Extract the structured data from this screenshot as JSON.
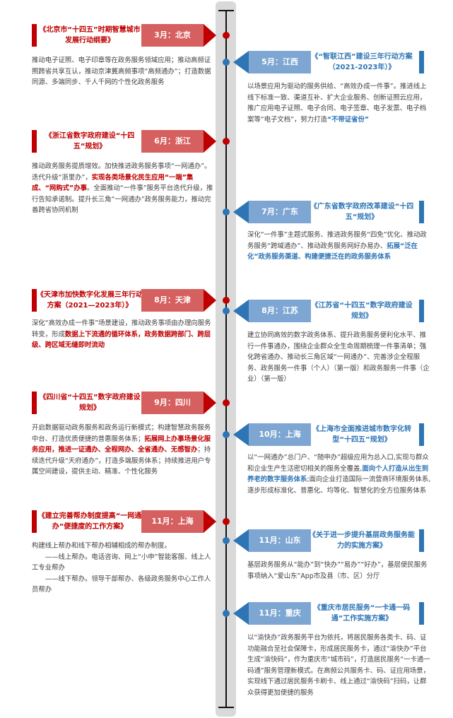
{
  "colors": {
    "left_accent": "#c00000",
    "left_label": "#d65f5f",
    "right_accent": "#2e75b6",
    "right_label": "#7ea6d3",
    "axis": "#d9d9d9"
  },
  "events": [
    {
      "side": "left",
      "label": "3月：北京",
      "title": "《北京市“十四五”时期智慧城市发展行动纲要》",
      "desc": [
        {
          "t": "推动电子证照、电子印章等在政务服务领域应用；推动高频证照跨省共享互认，推动京津冀高频事项“高频通办”；打造数据同源、多端同步、千人千网的个性化政务服务"
        }
      ]
    },
    {
      "side": "right",
      "label": "5月：江西",
      "title": "《“智联江西”建设三年行动方案（2021-2023年）》",
      "desc": [
        {
          "t": "以场景应用为驱动的服务供给、“高效办成一件事”。推进线上线下标准一致、渠道互补、扩大企业服务、创新证照云应用，推广应用电子证照、电子合同、电子签章、电子发票、电子档案等“电子文档”，努力打造"
        },
        {
          "t": "“不带证省份”",
          "hl": "blue"
        }
      ]
    },
    {
      "side": "left",
      "label": "6月：浙江",
      "title": "《浙江省数字政府建设“十四五”规划》",
      "desc": [
        {
          "t": "推动政务服务提质增效。加快推进政务服务事项“一网通办”。迭代升级“浙里办”，"
        },
        {
          "t": "实现各类场景化民生应用“一端”集成、“网购式”办事",
          "hl": "red"
        },
        {
          "t": "。全面推动“一件事”服务平台迭代升级，推行告知承诺制。提升长三角“一网通办”政务服务能力，推动完善跨省协同机制"
        }
      ]
    },
    {
      "side": "right",
      "label": "7月：广东",
      "title": "《广东省数字政府改革建设“十四五”规划》",
      "desc": [
        {
          "t": "深化“一件事”主题式服务、推进政务服务“四免”优化、推动政务服务“跨域通办”、推动政务服务网好办易办、"
        },
        {
          "t": "拓展“泛在化”政务服务渠道、构建便捷泛在的政务服务体系",
          "hl": "blue"
        }
      ]
    },
    {
      "side": "left",
      "label": "8月：天津",
      "title": "《天津市加快数字化发展三年行动方案（2021—2023年）》",
      "desc": [
        {
          "t": "深化“高效办成一件事”场景建设，推动政务事项由办理向服务转变，形成"
        },
        {
          "t": "数据上下流通的循环体系，政务数据跨部门、跨层级、跨区域无缝即时流动",
          "hl": "red"
        }
      ]
    },
    {
      "side": "right",
      "label": "8月：江苏",
      "title": "《江苏省“十四五”数字政府建设规划》",
      "desc": [
        {
          "t": "建立协同高效的数字政务体系、提升政务服务便利化水平、推行一件事通办，围绕企业群众全生命周期梳理一件事清单；强化跨省通办、推动长三角区域“一网通办”、完善涉企全程服务、政务服务一件事（个人）（第一版）和政务服务一件事（企业）（第一版）"
        }
      ]
    },
    {
      "side": "left",
      "label": "9月：四川",
      "title": "《四川省“十四五”数字政府建设规划》",
      "desc": [
        {
          "t": "开启数据驱动政务服务和政务运行新模式；构建智慧政务服务中台、打造优质便捷的普惠服务体系；"
        },
        {
          "t": "拓展网上办事场景化服务应用，推进一证通办、全程网办、全省通办、无感智办",
          "hl": "red"
        },
        {
          "t": "；持续迭代升级“天府通办”，打造多端服务体系；持续推进用户专属空间建设，提供主动、精准、个性化服务"
        }
      ]
    },
    {
      "side": "right",
      "label": "10月：上海",
      "title": "《上海市全面推进城市数字化转型“十四五”规划》",
      "desc": [
        {
          "t": "以“一网通办”总门户、“随申办”超级应用为总入口,实现与群众和企业生产生活密切相关的服务全覆盖,"
        },
        {
          "t": "面向个人打造从出生到养老的数字服务体系",
          "hl": "blue"
        },
        {
          "t": ";面向企业打造国际一流营商环境服务体系,逐步形成标准化、普惠化、均等化、智慧化的全方位服务体系"
        }
      ]
    },
    {
      "side": "left",
      "label": "11月：上海",
      "title": "《建立完善帮办制度提高“一网通办”便捷度的工作方案》",
      "desc": [
        {
          "t": "构建线上帮办和线下帮办相辅相成的帮办制度。"
        },
        {
          "t": "——线上帮办。电话咨询、网上“小申”智能客服、线上人工专业帮办",
          "hl": "indent"
        },
        {
          "t": "——线下帮办。领导干部帮办、各级政务服务中心工作人员帮办",
          "hl": "indent"
        }
      ]
    },
    {
      "side": "right",
      "label": "11月：山东",
      "title": "《关于进一步提升基层政务服务能力的实施方案》",
      "desc": [
        {
          "t": "基层政务服务从“能办”到“快办”“易办”“好办”，基层便民服务事项纳入“爱山东”App市及县（市、区）分厅"
        }
      ]
    },
    {
      "side": "right",
      "label": "11月：重庆",
      "title": "《重庆市居民服务“一卡通一码通”工作实施方案》",
      "desc": [
        {
          "t": "以“渝快办”政务服务平台为依托，将居民服务各类卡、码、证功能融合至社会保障卡，形成居民服务卡，通过“渝快办”平台生成“渝快码”，作为重庆市“城市码”，打造居民服务“一卡通一码通”服务管理新模式。在高频公共服务卡、码、证应用场景，实现线下通过居民服务卡刷卡、线上通过“渝快码”扫码，让群众获得更加便捷的服务"
        }
      ]
    }
  ]
}
